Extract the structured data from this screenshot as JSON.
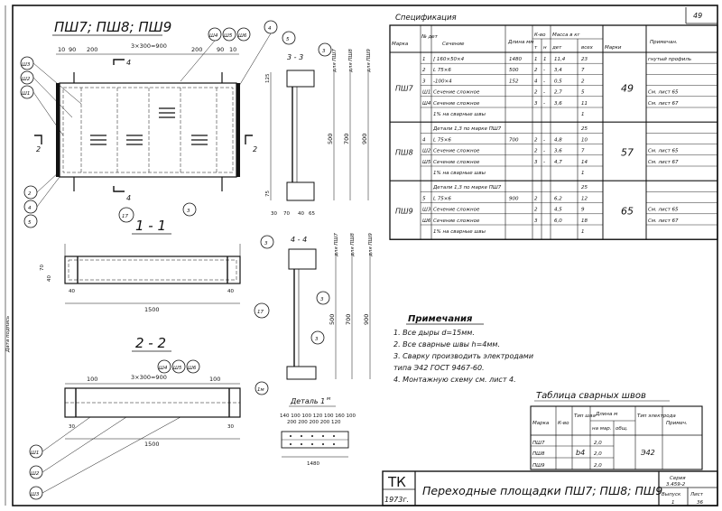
{
  "drawing": {
    "title_main": "ПШ7; ПШ8; ПШ9",
    "section_11": "1 - 1",
    "section_22": "2 - 2",
    "section_33": "3 - 3",
    "section_44": "4 - 4",
    "detail": "Деталь 1",
    "detail_sup": "м",
    "dim_top": "3×300=900",
    "dim_100": "100",
    "dim_200": "200",
    "dim_10": "10",
    "dim_90": "90",
    "dim_30": "30",
    "dim_40": "40",
    "dim_70": "70",
    "dim_65": "65",
    "dim_1500": "1500",
    "dim_1480": "1480",
    "dim_500": "500",
    "dim_700": "700",
    "dim_900": "900",
    "dim_125": "125",
    "dim_75": "75",
    "det_dims": "140 100 100 120 100 160 100",
    "det_dims2": "200 200 200 200 120",
    "for_pw7": "для ПШ7",
    "for_pw8": "для ПШ8",
    "for_pw9": "для ПШ9",
    "mark_sh1": "Ш1",
    "mark_sh2": "Ш2",
    "mark_sh3": "Ш3",
    "mark_sh4": "Ш4",
    "mark_sh5": "Ш5",
    "mark_sh6": "Ш6",
    "call_1": "1",
    "call_2": "2",
    "call_3": "3",
    "call_4": "4",
    "call_5": "5",
    "call_17": "17",
    "call_1m": "1м",
    "side_text": "Дата подпись"
  },
  "spec": {
    "title": "Спецификация",
    "sheet_corner": "49",
    "head": {
      "mark": "Марка",
      "no": "№ дет",
      "section": "Сечение",
      "length": "Длина мм",
      "qty": "К-во",
      "qty_t": "т",
      "qty_n": "н",
      "mass": "Масса в кг",
      "mass_det": "дет",
      "mass_total": "всех",
      "marks": "Марки",
      "note": "Примечан."
    },
    "groups": [
      {
        "mark": "ПШ7",
        "total": "49",
        "rows": [
          {
            "no": "1",
            "sec": "[ 160×50×4",
            "len": "1480",
            "t": "1",
            "n": "1",
            "m": "11,4",
            "all": "23",
            "note": "гнутый профиль"
          },
          {
            "no": "2",
            "sec": "L 75×6",
            "len": "500",
            "t": "2",
            "n": "-",
            "m": "3,4",
            "all": "7",
            "note": ""
          },
          {
            "no": "3",
            "sec": "-100×4",
            "len": "152",
            "t": "4",
            "n": "-",
            "m": "0,5",
            "all": "2",
            "note": ""
          },
          {
            "no": "Ш1",
            "sec": "Сечение сложное",
            "len": "",
            "t": "2",
            "n": "-",
            "m": "2,7",
            "all": "5",
            "note": "См. лист 65"
          },
          {
            "no": "Ш4",
            "sec": "Сечение сложное",
            "len": "",
            "t": "3",
            "n": "-",
            "m": "3,6",
            "all": "11",
            "note": "См. лист 67"
          },
          {
            "no": "",
            "sec": "1% на сварные швы",
            "len": "",
            "t": "",
            "n": "",
            "m": "",
            "all": "1",
            "note": ""
          }
        ]
      },
      {
        "mark": "ПШ8",
        "total": "57",
        "rows": [
          {
            "no": "",
            "sec": "Детали 1,3 по марке ПШ7",
            "len": "",
            "t": "",
            "n": "",
            "m": "",
            "all": "25",
            "note": ""
          },
          {
            "no": "4",
            "sec": "L 75×6",
            "len": "700",
            "t": "2",
            "n": "-",
            "m": "4,8",
            "all": "10",
            "note": ""
          },
          {
            "no": "Ш2",
            "sec": "Сечение сложное",
            "len": "",
            "t": "2",
            "n": "-",
            "m": "3,6",
            "all": "7",
            "note": "См. лист 65"
          },
          {
            "no": "Ш5",
            "sec": "Сечение сложное",
            "len": "",
            "t": "3",
            "n": "-",
            "m": "4,7",
            "all": "14",
            "note": "См. лист 67"
          },
          {
            "no": "",
            "sec": "1% на сварные швы",
            "len": "",
            "t": "",
            "n": "",
            "m": "",
            "all": "1",
            "note": ""
          }
        ]
      },
      {
        "mark": "ПШ9",
        "total": "65",
        "rows": [
          {
            "no": "",
            "sec": "Детали 1,3 по марке ПШ7",
            "len": "",
            "t": "",
            "n": "",
            "m": "",
            "all": "25",
            "note": ""
          },
          {
            "no": "5",
            "sec": "L 75×6",
            "len": "900",
            "t": "2",
            "n": "",
            "m": "6,2",
            "all": "12",
            "note": ""
          },
          {
            "no": "Ш3",
            "sec": "Сечение сложное",
            "len": "",
            "t": "2",
            "n": "",
            "m": "4,5",
            "all": "9",
            "note": "См. лист 65"
          },
          {
            "no": "Ш6",
            "sec": "Сечение сложное",
            "len": "",
            "t": "3",
            "n": "",
            "m": "6,0",
            "all": "18",
            "note": "См. лист 67"
          },
          {
            "no": "",
            "sec": "1% на сварные швы",
            "len": "",
            "t": "",
            "n": "",
            "m": "",
            "all": "1",
            "note": ""
          }
        ]
      }
    ]
  },
  "notes": {
    "title": "Примечания",
    "items": [
      "1. Все дыры d=15мм.",
      "2. Все сварные швы h=4мм.",
      "3. Сварку производить электродами",
      "    типа Э42 ГОСТ 9467-60.",
      "4. Монтажную схему см. лист 4."
    ]
  },
  "weld_table": {
    "title": "Таблица сварных швов",
    "head": {
      "mark": "Марка",
      "qty": "К-во",
      "type": "Тип шва",
      "len": "Длина м",
      "len_a": "на мар.",
      "len_b": "общ.",
      "electrode": "Тип электрода",
      "note": "Примеч."
    },
    "rows": [
      {
        "mark": "ПШ7",
        "len": "2,0"
      },
      {
        "mark": "ПШ8",
        "len": "2,0"
      },
      {
        "mark": "ПШ9",
        "len": "2,0"
      }
    ],
    "type_value": "b4",
    "electrode_value": "Э42"
  },
  "stamp": {
    "org": "ТК",
    "year": "1973г.",
    "title": "Переходные площадки ПШ7; ПШ8; ПШ9",
    "series_label": "Серия",
    "series_value": "3.459-2",
    "issue_label": "Выпуск",
    "sheet_label": "Лист",
    "sheet_value": "36",
    "issue_value": "1"
  }
}
